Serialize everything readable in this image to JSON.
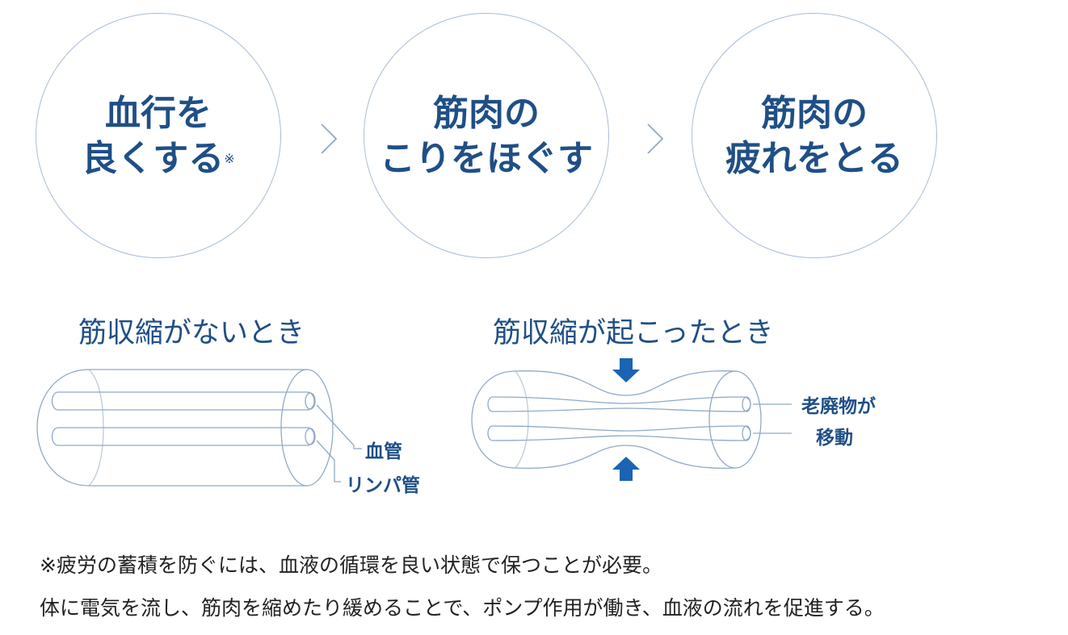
{
  "steps": [
    {
      "line1": "血行を",
      "line2": "良くする",
      "mark": "※"
    },
    {
      "line1": "筋肉の",
      "line2": "こりをほぐす"
    },
    {
      "line1": "筋肉の",
      "line2": "疲れをとる"
    }
  ],
  "sections": {
    "relaxed": {
      "title": "筋収縮がないとき",
      "labels": {
        "blood_vessel": "血管",
        "lymph_vessel": "リンパ管"
      }
    },
    "contracted": {
      "title": "筋収縮が起こったとき",
      "labels": {
        "waste_line1": "老廃物が",
        "waste_line2": "移動"
      }
    }
  },
  "notes": {
    "line1": "※疲労の蓄積を防ぐには、血液の循環を良い状態で保つことが必要。",
    "line2": "体に電気を流し、筋肉を縮めたり緩めることで、ポンプ作用が働き、血液の流れを促進する。"
  },
  "colors": {
    "primary": "#1f4f86",
    "outline": "#a7bdd6",
    "arrow": "#1b63b3"
  }
}
